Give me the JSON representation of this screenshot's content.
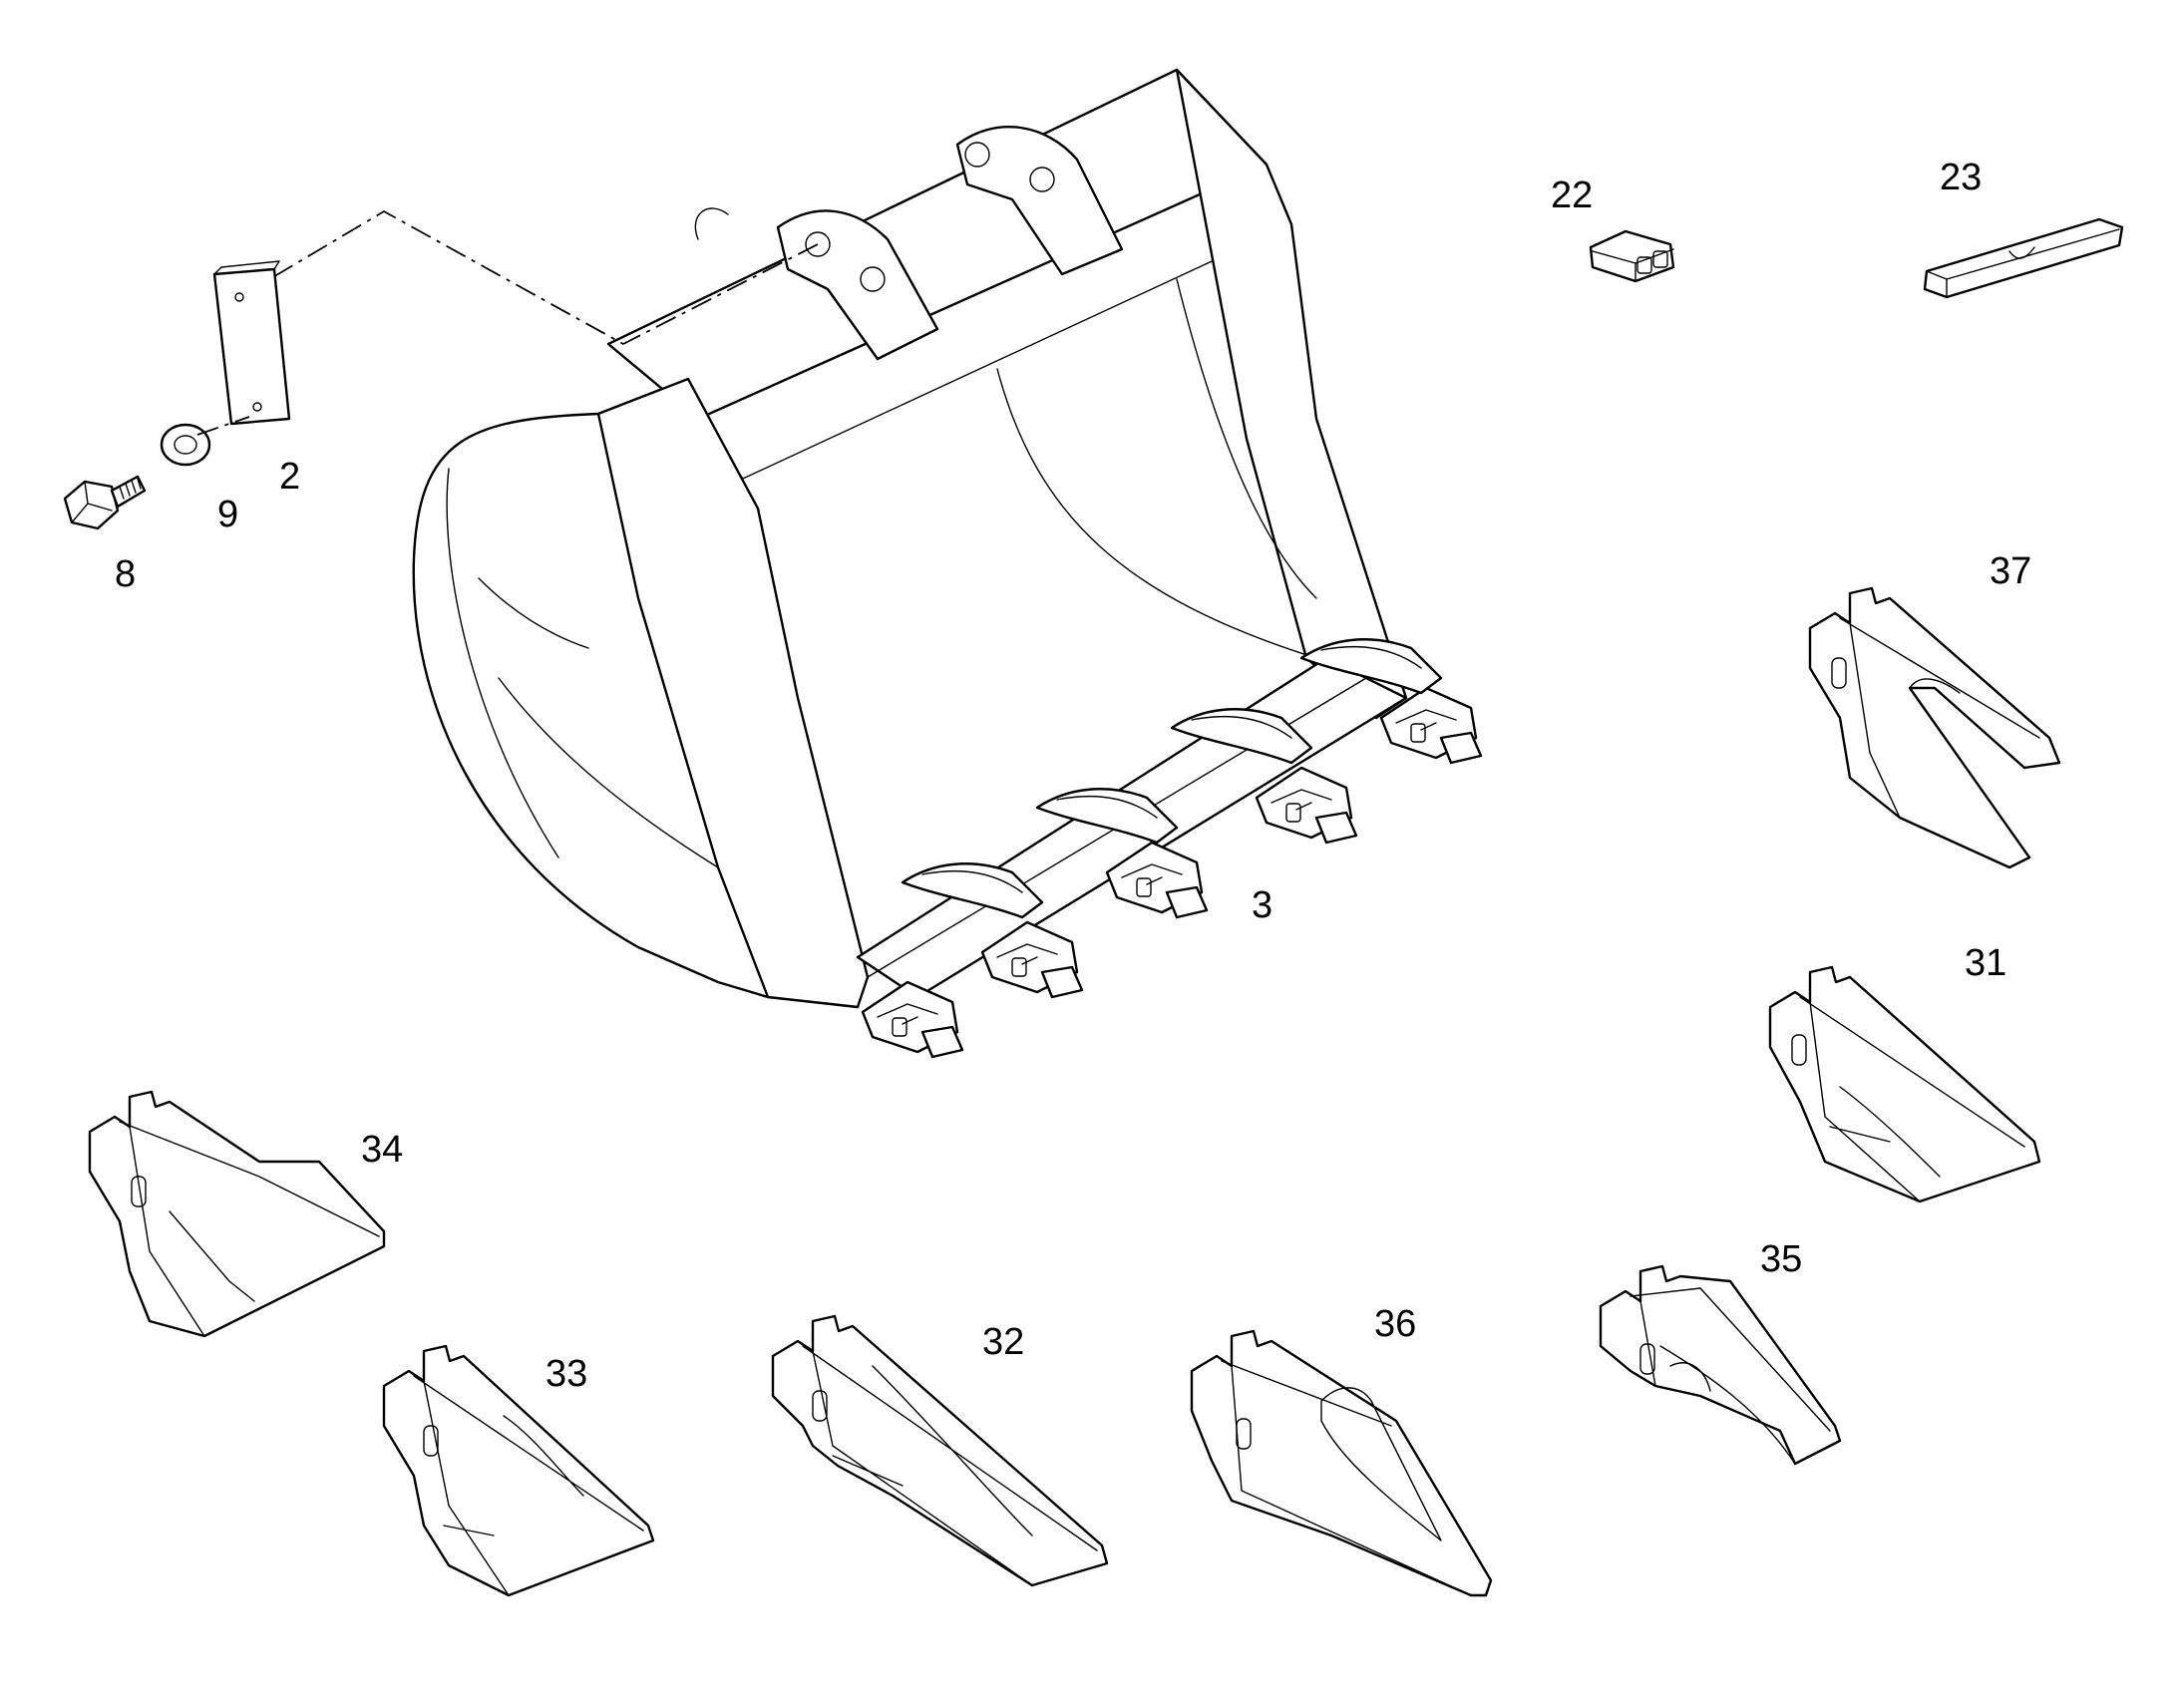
{
  "diagram": {
    "callouts": {
      "p2": "2",
      "p3": "3",
      "p8": "8",
      "p9": "9",
      "p22": "22",
      "p23": "23",
      "p31": "31",
      "p32": "32",
      "p33": "33",
      "p34": "34",
      "p35": "35",
      "p36": "36",
      "p37": "37"
    },
    "colors": {
      "line": "#000000",
      "background": "#ffffff"
    }
  }
}
